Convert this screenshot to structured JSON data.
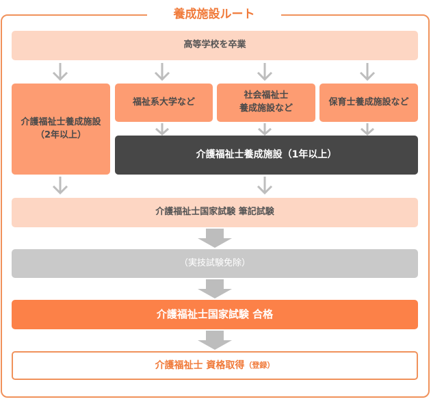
{
  "title": "養成施設ルート",
  "top": "高等学校を卒業",
  "left_box": [
    "介護福祉士養成施設",
    "（2年以上）"
  ],
  "routes": [
    "福祉系大学など",
    [
      "社会福祉士",
      "養成施設など"
    ],
    "保育士養成施設など"
  ],
  "one_year": "介護福祉士養成施設（1年以上）",
  "written_exam": "介護福祉士国家試験 筆記試験",
  "practical_exempt": "（実技試験免除）",
  "pass": "介護福祉士国家試験 合格",
  "qualification": "介護福祉士 資格取得",
  "registration": "（登録）"
}
